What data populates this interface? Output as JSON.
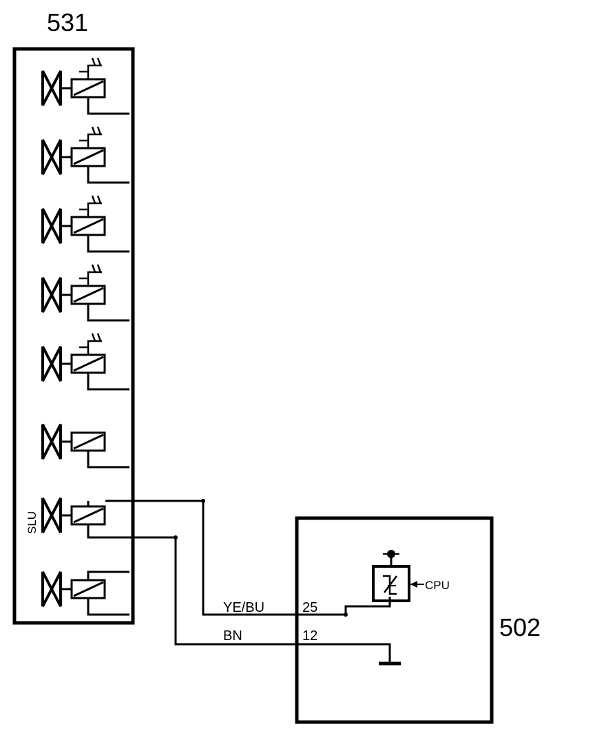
{
  "components": {
    "valve_block": {
      "id": "531",
      "valve_count": 8,
      "sensor_valve_count": 5,
      "slu_label": "SLU"
    },
    "control_unit": {
      "id": "502",
      "cpu_label": "CPU"
    }
  },
  "wires": [
    {
      "color_code": "YE/BU",
      "pin": "25"
    },
    {
      "color_code": "BN",
      "pin": "12"
    }
  ]
}
